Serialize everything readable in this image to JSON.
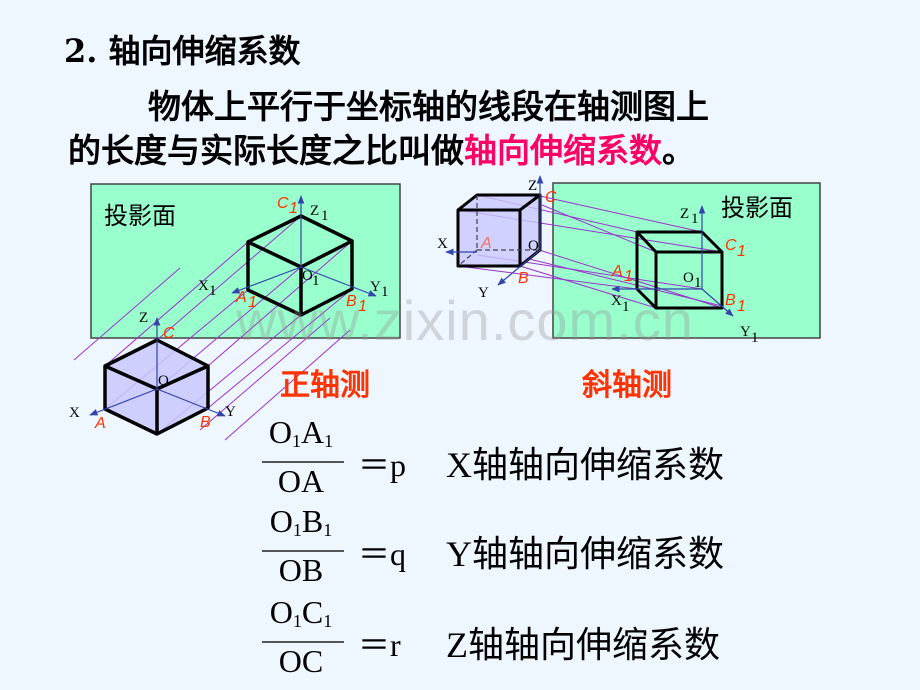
{
  "heading": "2. 轴向伸缩系数",
  "paragraph": {
    "line1": "物体上平行于坐标轴的线段在轴测图上",
    "line2_prefix": "的长度与实际长度之比叫做",
    "line2_highlight": "轴向伸缩系数",
    "line2_suffix": "。"
  },
  "colors": {
    "background": "#eef6ff",
    "projection_plane": "#99ffcc",
    "highlight": "#ff0066",
    "caption": "#ff3300",
    "projector_lines": "#9933cc",
    "axis": "#3344aa",
    "cube_fill": "#c8c8ff"
  },
  "diagram_left": {
    "plane_label": "投影面",
    "caption": "正轴测",
    "projected_labels": {
      "C1": "C",
      "A1": "A",
      "B1": "B",
      "O1": "O",
      "X1": "X",
      "Y1": "Y",
      "Z1": "Z",
      "sub": "1"
    },
    "object_labels": {
      "C": "C",
      "A": "A",
      "B": "B",
      "O": "O",
      "X": "X",
      "Y": "Y",
      "Z": "Z"
    }
  },
  "diagram_right": {
    "plane_label": "投影面",
    "caption": "斜轴测",
    "projected_labels": {
      "C1": "C",
      "A1": "A",
      "B1": "B",
      "O1": "O",
      "X1": "X",
      "Y1": "Y",
      "Z1": "Z",
      "sub": "1"
    },
    "object_labels": {
      "C": "C",
      "A": "A",
      "B": "B",
      "O": "O",
      "X": "X",
      "Y": "Y",
      "Z": "Z"
    }
  },
  "formulas": [
    {
      "num_a": "O",
      "num_a_sub": "1",
      "num_b": "A",
      "num_b_sub": "1",
      "den": "OA",
      "eq": "＝p",
      "desc": "X轴轴向伸缩系数"
    },
    {
      "num_a": "O",
      "num_a_sub": "1",
      "num_b": "B",
      "num_b_sub": "1",
      "den": "OB",
      "eq": "＝q",
      "desc": "Y轴轴向伸缩系数"
    },
    {
      "num_a": "O",
      "num_a_sub": "1",
      "num_b": "C",
      "num_b_sub": "1",
      "den": "OC",
      "eq": "＝r",
      "desc": "Z轴轴向伸缩系数"
    }
  ],
  "watermark": "www.zixin.com.cn"
}
